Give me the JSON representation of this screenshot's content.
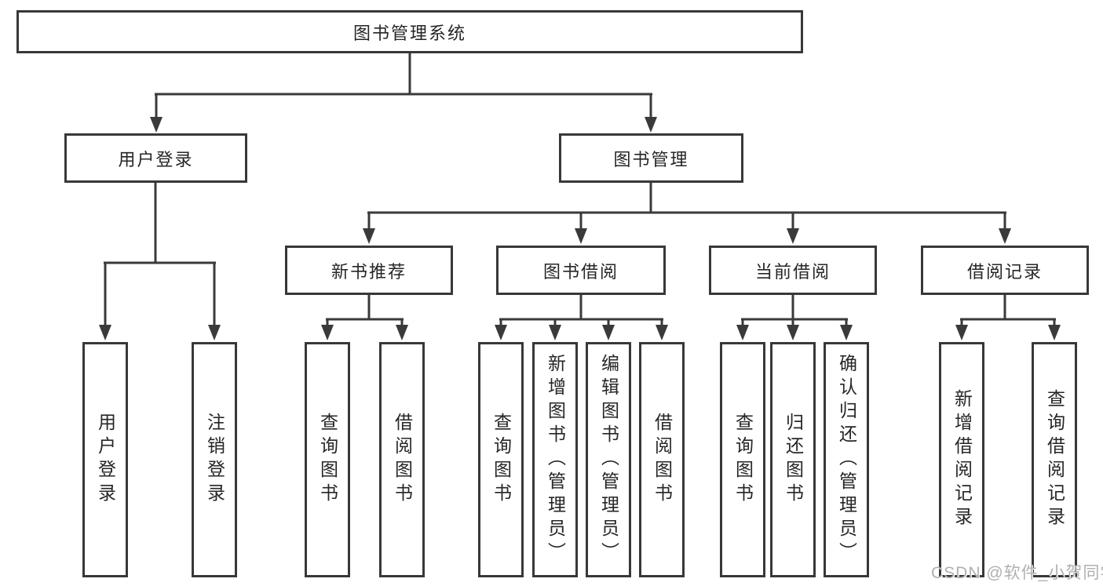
{
  "tree": {
    "root": "图书管理系统",
    "level2": [
      "用户登录",
      "图书管理"
    ],
    "level3": [
      "新书推荐",
      "图书借阅",
      "当前借阅",
      "借阅记录"
    ],
    "leaves": {
      "user_login": [
        "用户登录",
        "注销登录"
      ],
      "new_book_rec": [
        "查询图书",
        "借阅图书"
      ],
      "book_borrow": [
        "查询图书",
        "新增图书（管理员）",
        "编辑图书（管理员）",
        "借阅图书"
      ],
      "current_borrow": [
        "查询图书",
        "归还图书",
        "确认归还（管理员）"
      ],
      "borrow_record": [
        "新增借阅记录",
        "查询借阅记录"
      ]
    }
  },
  "watermark": "CSDN @软件_小贺同学",
  "colors": {
    "line": "#3a3a3a",
    "border": "#383838",
    "text": "#262626",
    "watermark": "#b0b0b0",
    "background": "#ffffff"
  }
}
